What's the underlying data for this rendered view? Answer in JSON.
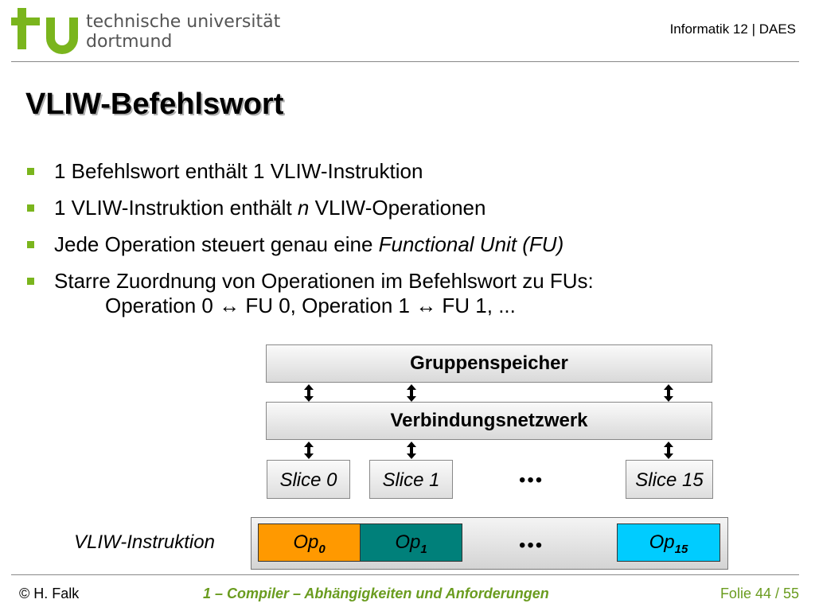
{
  "header": {
    "university_line1": "technische universität",
    "university_line2": "dortmund",
    "department": "Informatik 12 | DAES",
    "logo_color": "#7ab51d"
  },
  "slide": {
    "title": "VLIW-Befehlswort",
    "bullets": [
      {
        "text": "1 Befehlswort enthält 1 VLIW-Instruktion"
      },
      {
        "pre": "1 VLIW-Instruktion enthält ",
        "em": "n",
        "post": " VLIW-Operationen"
      },
      {
        "pre": "Jede Operation steuert genau eine ",
        "em": "Functional Unit (FU)"
      },
      {
        "text": "Starre Zuordnung von Operationen im Befehlswort zu FUs:",
        "cont": "Operation 0 ↔ FU 0, Operation 1 ↔ FU 1, ..."
      }
    ],
    "bullet_color": "#7ab51d"
  },
  "diagram": {
    "group_memory": "Gruppenspeicher",
    "network": "Verbindungsnetzwerk",
    "slices": [
      "Slice 0",
      "Slice 1",
      "Slice 15"
    ],
    "ellipsis": "•••",
    "instruction_label": "VLIW-Instruktion",
    "op_base": "Op",
    "ops": [
      {
        "sub": "0",
        "color": "#ff9900"
      },
      {
        "sub": "1",
        "color": "#00807a"
      },
      {
        "sub": "15",
        "color": "#00ccff"
      }
    ]
  },
  "footer": {
    "author": "© H. Falk",
    "chapter": "1 – Compiler – Abhängigkeiten und Anforderungen",
    "page": "Folie 44 / 55",
    "accent_color": "#6a9c1f"
  }
}
